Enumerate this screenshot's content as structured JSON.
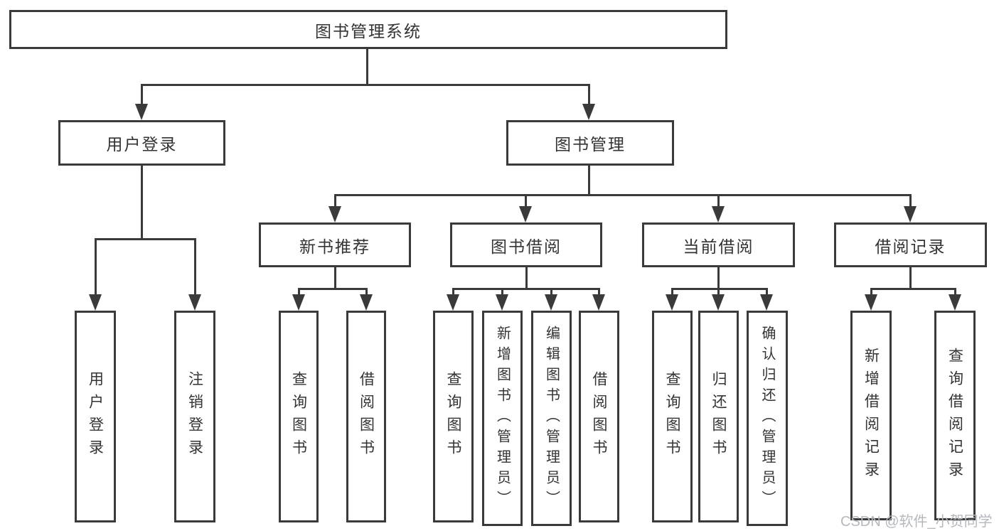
{
  "diagram": {
    "type": "hierarchy-tree",
    "title": "图书管理系统"
  },
  "nodes": {
    "root": {
      "label": "图书管理系统"
    },
    "level2": [
      {
        "label": "用户登录"
      },
      {
        "label": "图书管理"
      }
    ],
    "level3": [
      {
        "label": "新书推荐",
        "parent": "图书管理"
      },
      {
        "label": "图书借阅",
        "parent": "图书管理"
      },
      {
        "label": "当前借阅",
        "parent": "图书管理"
      },
      {
        "label": "借阅记录",
        "parent": "图书管理"
      }
    ],
    "leaves": [
      {
        "label": "用户登录",
        "parent": "用户登录"
      },
      {
        "label": "注销登录",
        "parent": "用户登录"
      },
      {
        "label": "查询图书",
        "parent": "新书推荐"
      },
      {
        "label": "借阅图书",
        "parent": "新书推荐"
      },
      {
        "label": "查询图书",
        "parent": "图书借阅"
      },
      {
        "label": "新增图书（管理员）",
        "parent": "图书借阅"
      },
      {
        "label": "编辑图书（管理员）",
        "parent": "图书借阅"
      },
      {
        "label": "借阅图书",
        "parent": "图书借阅"
      },
      {
        "label": "查询图书",
        "parent": "当前借阅"
      },
      {
        "label": "归还图书",
        "parent": "当前借阅"
      },
      {
        "label": "确认归还（管理员）",
        "parent": "当前借阅"
      },
      {
        "label": "新增借阅记录",
        "parent": "借阅记录"
      },
      {
        "label": "查询借阅记录",
        "parent": "借阅记录"
      }
    ]
  },
  "watermark": "CSDN @软件_小贺同学",
  "colors": {
    "line": "#3a3a3a",
    "text": "#333333",
    "box_bg": "#ffffff",
    "watermark": "#b5b9bd",
    "background": "#ffffff"
  }
}
